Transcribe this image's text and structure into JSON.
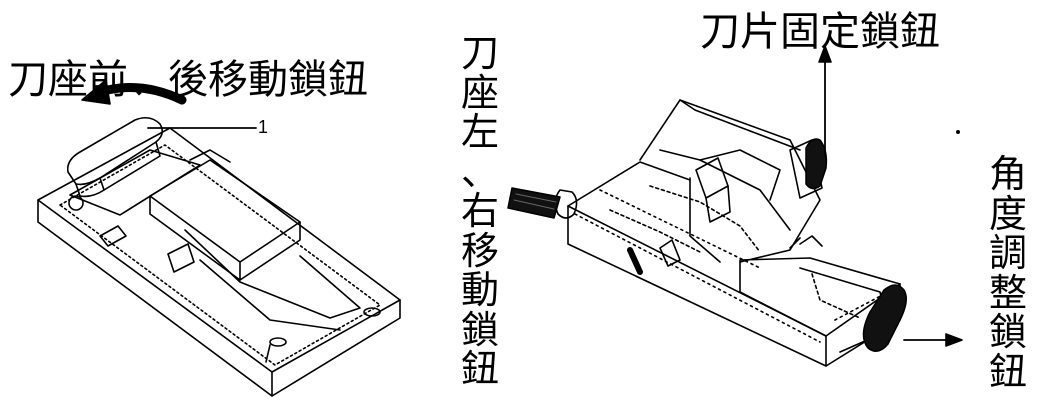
{
  "labels": {
    "holder_fb_lock": "刀座前、後移動鎖鈕",
    "blade_clamp_lock": "刀片固定鎖鈕",
    "holder_lr_lock": "刀座左、右移動鎖鈕",
    "angle_adjust_lock": "角度調整鎖鈕",
    "callout_number": "1"
  }
}
